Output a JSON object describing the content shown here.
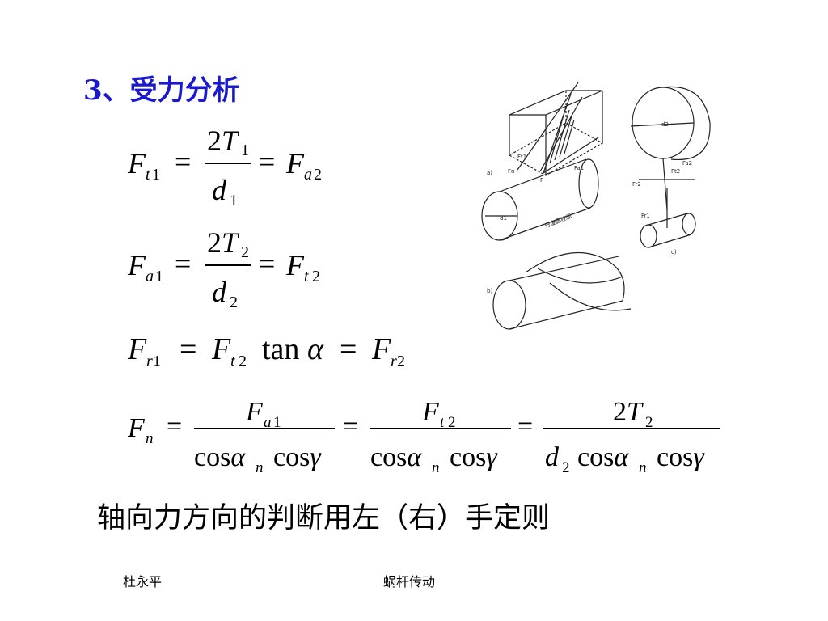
{
  "title": "3、受力分析",
  "rule_text": "轴向力方向的判断用左（右）手定则",
  "footer": {
    "author": "杜永平",
    "topic": "蜗杆传动"
  },
  "figure": {
    "labels": {
      "a": "a)",
      "b": "b)",
      "c": "c)",
      "cylinder": "分度圆柱面",
      "d1": "d1",
      "d2": "d2",
      "p": "P",
      "ft1": "Ft1",
      "fa1": "Fa1",
      "fr1": "Fr1",
      "fn": "Fn",
      "ft2": "Ft2",
      "fa2": "Fa2",
      "fr2": "Fr2"
    }
  }
}
